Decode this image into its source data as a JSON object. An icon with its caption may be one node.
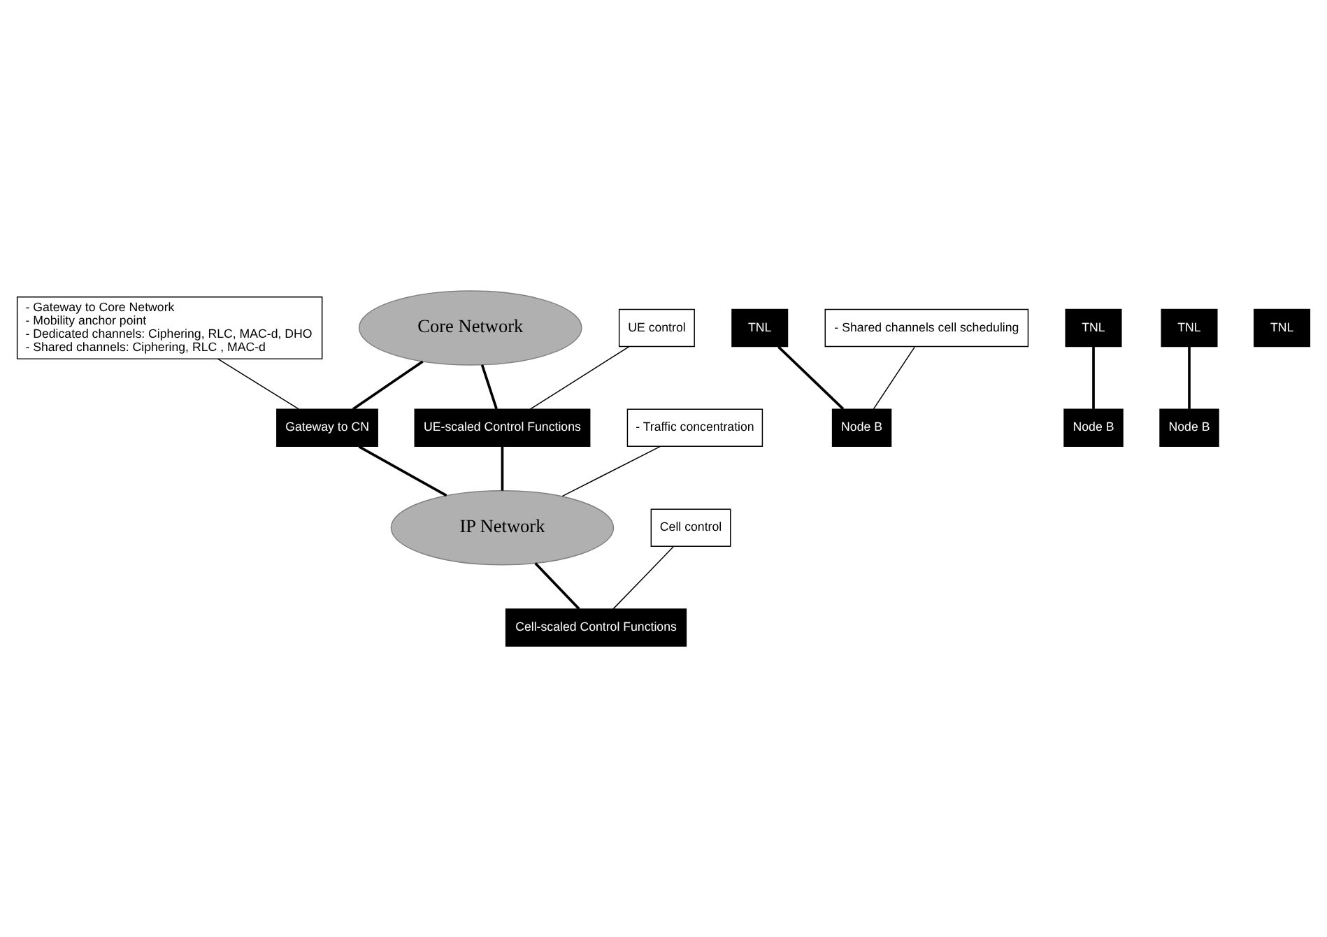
{
  "diagram": {
    "nodes": [
      {
        "text": [
          "Core Network"
        ]
      },
      {
        "text": [
          "- Gateway to Core Network",
          "- Mobility anchor point",
          "- Dedicated channels: Ciphering, RLC, MAC-d, DHO",
          "- Shared channels: Ciphering, RLC , MAC-d"
        ]
      },
      {
        "text": [
          "Gateway to CN"
        ]
      },
      {
        "text": [
          "UE-scaled Control Functions"
        ]
      },
      {
        "text": [
          "UE control"
        ]
      },
      {
        "text": [
          "- Traffic concentration"
        ]
      },
      {
        "text": [
          "IP Network"
        ]
      },
      {
        "text": [
          "Cell control"
        ]
      },
      {
        "text": [
          "TNL"
        ]
      },
      {
        "text": [
          "- Shared channels cell scheduling"
        ]
      },
      {
        "text": [
          "Node B"
        ]
      },
      {
        "text": [
          "TNL"
        ]
      },
      {
        "text": [
          "TNL"
        ]
      },
      {
        "text": [
          "Cell-scaled Control Functions"
        ]
      },
      {
        "text": [
          "Node B"
        ]
      },
      {
        "text": [
          "Node B"
        ]
      },
      {
        "text": [
          "TNL"
        ]
      }
    ],
    "edges": [
      {
        "from": 0,
        "to": 2,
        "arrow": "none"
      },
      {
        "from": 0,
        "to": 3,
        "arrow": "none"
      },
      {
        "from": 1,
        "to": 2,
        "arrow": "none"
      },
      {
        "from": 2,
        "to": 6,
        "arrow": "none"
      },
      {
        "from": 4,
        "to": 3,
        "arrow": "none"
      },
      {
        "from": 3,
        "to": 6,
        "arrow": "none"
      },
      {
        "from": 5,
        "to": 6,
        "arrow": "none"
      },
      {
        "from": 6,
        "to": 13,
        "arrow": "none"
      },
      {
        "from": 7,
        "to": 13,
        "arrow": "none"
      },
      {
        "from": 8,
        "to": 10,
        "arrow": "none"
      },
      {
        "from": 9,
        "to": 10,
        "arrow": "none"
      },
      {
        "from": 11,
        "to": 14,
        "arrow": "none"
      },
      {
        "from": 12,
        "to": 15,
        "arrow": "none"
      }
    ]
  }
}
